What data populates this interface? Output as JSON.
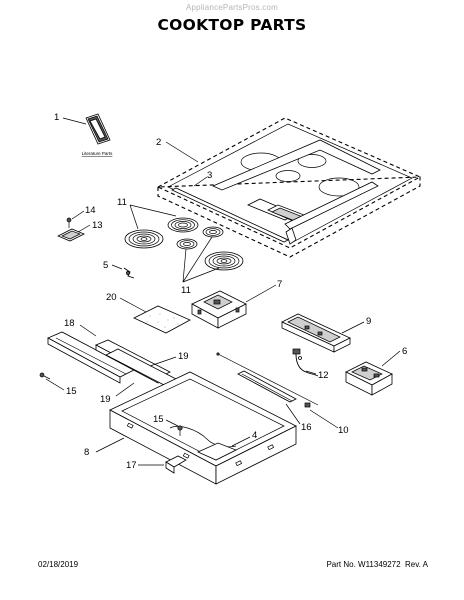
{
  "watermark": "AppliancePartsPros.com",
  "title": "COOKTOP PARTS",
  "literature_label": "Literature Parts",
  "callouts": {
    "c1": "1",
    "c2": "2",
    "c3": "3",
    "c4": "4",
    "c5": "5",
    "c6": "6",
    "c7": "7",
    "c8": "8",
    "c9": "9",
    "c10": "10",
    "c11a": "11",
    "c11b": "11",
    "c12": "12",
    "c13": "13",
    "c14": "14",
    "c15a": "15",
    "c15b": "15",
    "c16": "16",
    "c17": "17",
    "c18": "18",
    "c19a": "19",
    "c19b": "19",
    "c20": "20"
  },
  "footer": {
    "date": "02/18/2019",
    "part_no": "Part No. W11349272  Rev. A"
  }
}
